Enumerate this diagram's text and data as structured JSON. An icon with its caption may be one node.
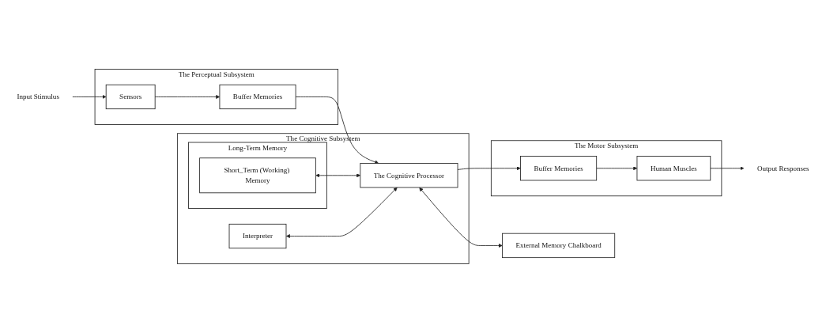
{
  "diagram": {
    "nodes": [
      {
        "text": [
          "Input Stimulus"
        ]
      },
      {
        "text": [
          "The Perceptual Subsystem"
        ]
      },
      {
        "text": [
          "Sensors"
        ],
        "in": 1
      },
      {
        "text": [
          "Buffer Memories"
        ],
        "in": 1
      },
      {
        "text": [
          "The Cognitive Subsystem"
        ]
      },
      {
        "text": [
          "Long-Term Memory"
        ],
        "in": 4
      },
      {
        "text": [
          "Short_Term (Working) Memory"
        ],
        "in": 5
      },
      {
        "text": [
          "Interpreter"
        ],
        "in": 4
      },
      {
        "text": [
          "The Cognitive Processor"
        ],
        "in": 4
      },
      {
        "text": [
          "The Motor Subsystem"
        ]
      },
      {
        "text": [
          "Human Muscles"
        ],
        "in": 9
      },
      {
        "text": [
          "Buffer Memories"
        ],
        "in": 9
      },
      {
        "text": [
          "Output Responses"
        ]
      },
      {
        "text": [
          "External Memory Chalkboard"
        ]
      }
    ],
    "edges": [
      {
        "from": 0,
        "to": 2,
        "arrow": "to"
      },
      {
        "from": 2,
        "to": 3,
        "arrow": "to"
      },
      {
        "from": 3,
        "to": 8,
        "arrow": "to"
      },
      {
        "from": 6,
        "to": 8,
        "arrow": "both"
      },
      {
        "from": 7,
        "to": 8,
        "arrow": "both"
      },
      {
        "from": 8,
        "to": 11,
        "arrow": "to"
      },
      {
        "from": 11,
        "to": 10,
        "arrow": "to"
      },
      {
        "from": 10,
        "to": 12,
        "arrow": "to"
      },
      {
        "from": 8,
        "to": 13,
        "arrow": "both"
      }
    ]
  }
}
